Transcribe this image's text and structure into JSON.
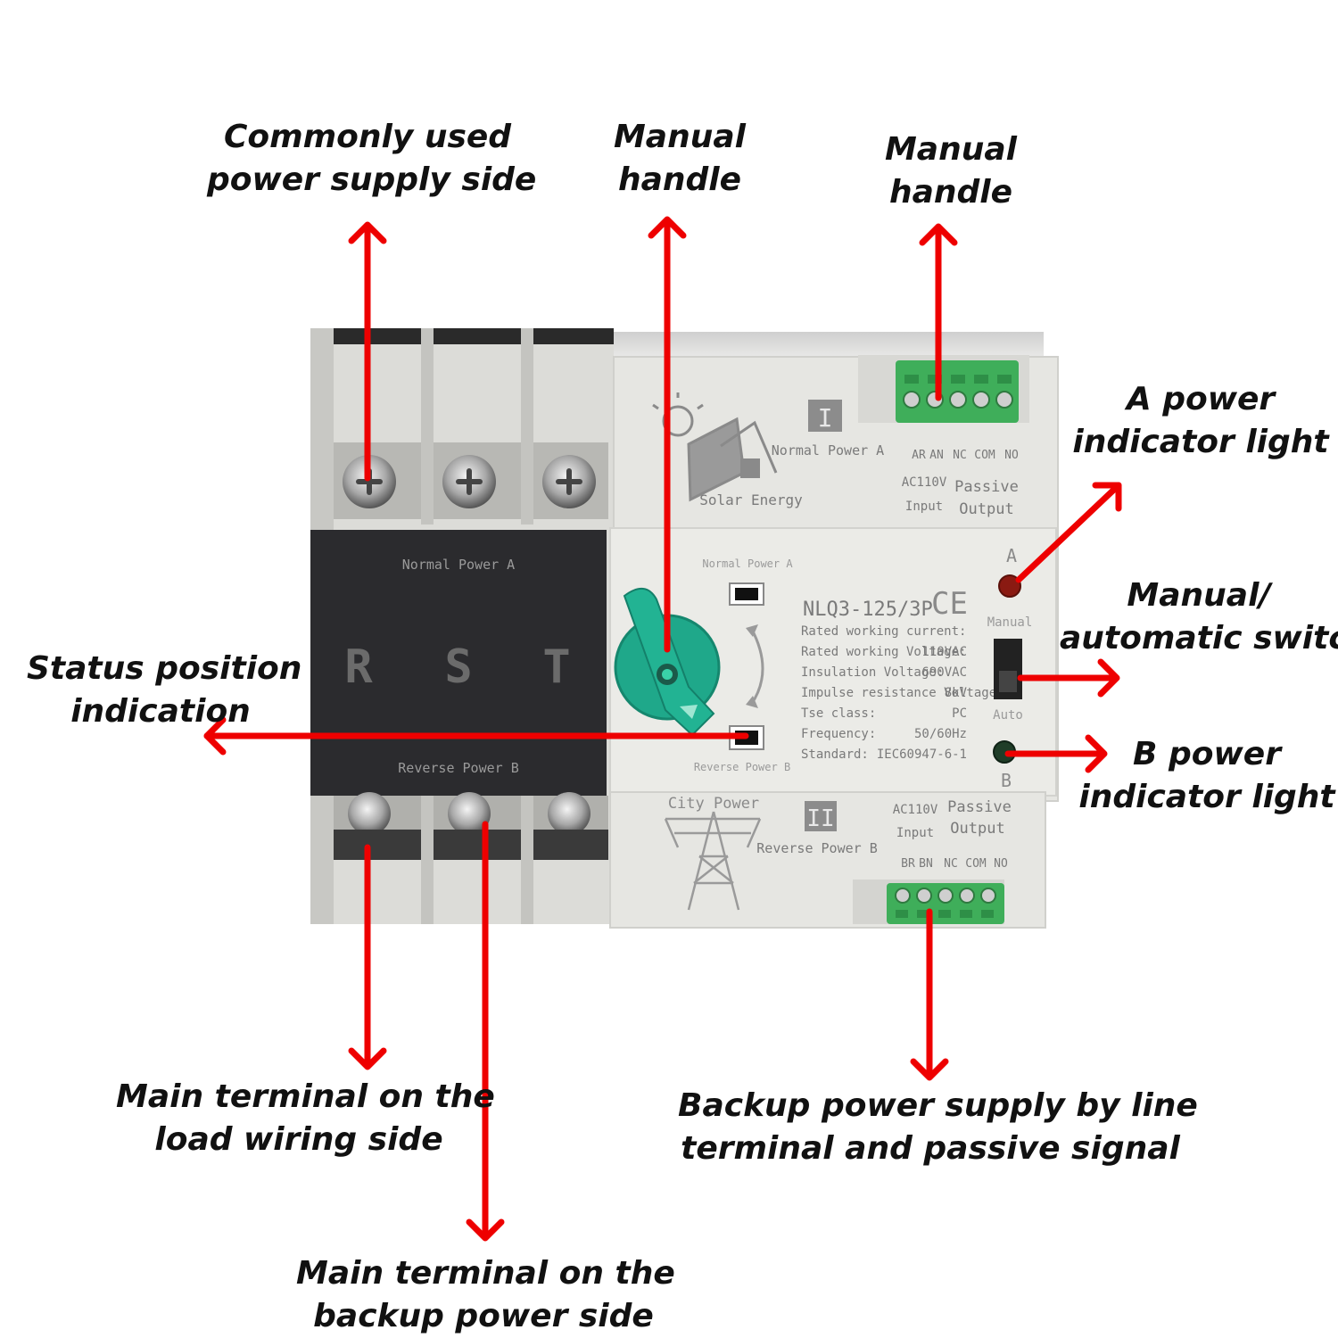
{
  "callouts": {
    "common_supply": [
      "Commonly used",
      "power supply side"
    ],
    "manual_handle_1": [
      "Manual",
      "handle"
    ],
    "manual_handle_2": [
      "Manual",
      "handle"
    ],
    "a_light": [
      "A power",
      "indicator light"
    ],
    "manual_auto": [
      "Manual/",
      "automatic switch"
    ],
    "status": [
      "Status position",
      "indication"
    ],
    "b_light": [
      "B power",
      "indicator light"
    ],
    "load_terminal": [
      "Main terminal on the",
      "load wiring side"
    ],
    "backup_terminal": [
      "Main terminal on the",
      "backup power side"
    ],
    "backup_line": [
      "Backup power supply by line",
      "terminal and passive signal"
    ]
  },
  "device": {
    "left_top_label": "Normal Power A",
    "phases": [
      "R",
      "S",
      "T"
    ],
    "left_bottom_label": "Reverse Power B",
    "top_roman": "I",
    "top_power_label": "Normal Power A",
    "solar_label": "Solar Energy",
    "top_terminal_labels": [
      "AR",
      "AN",
      "NC",
      "COM",
      "NO"
    ],
    "top_ac": "AC110V",
    "top_input": "Input",
    "top_passive": "Passive",
    "top_output": "Output",
    "window_top_label": "Normal Power A",
    "window_bottom_label": "Reverse Power B",
    "model": "NLQ3-125/3P",
    "ce": "CE",
    "specs": [
      {
        "label": "Rated working current:",
        "value": ""
      },
      {
        "label": "Rated working Voltage:",
        "value": "110VAC"
      },
      {
        "label": "Insulation Voltage:",
        "value": "690VAC"
      },
      {
        "label": "Impulse resistance Voltage:",
        "value": "8kV"
      },
      {
        "label": "Tse class:",
        "value": "PC"
      },
      {
        "label": "Frequency:",
        "value": "50/60Hz"
      },
      {
        "label": "Standard:",
        "value": "IEC60947-6-1"
      }
    ],
    "led_a_label": "A",
    "manual_label": "Manual",
    "auto_label": "Auto",
    "led_b_label": "B",
    "city_power": "City Power",
    "bottom_roman": "II",
    "bottom_power_label": "Reverse Power B",
    "bottom_ac": "AC110V",
    "bottom_input": "Input",
    "bottom_passive": "Passive",
    "bottom_output": "Output",
    "bottom_terminal_labels": [
      "BR",
      "BN",
      "NC",
      "COM",
      "NO"
    ]
  },
  "colors": {
    "arrow": "#ee0000",
    "body": "#e6e6e2",
    "black_panel": "#2b2b2e",
    "terminal_green": "#3fae5a",
    "handle_teal": "#1fa88a",
    "led_red": "#8a1a12",
    "led_green": "#1f3d28"
  }
}
